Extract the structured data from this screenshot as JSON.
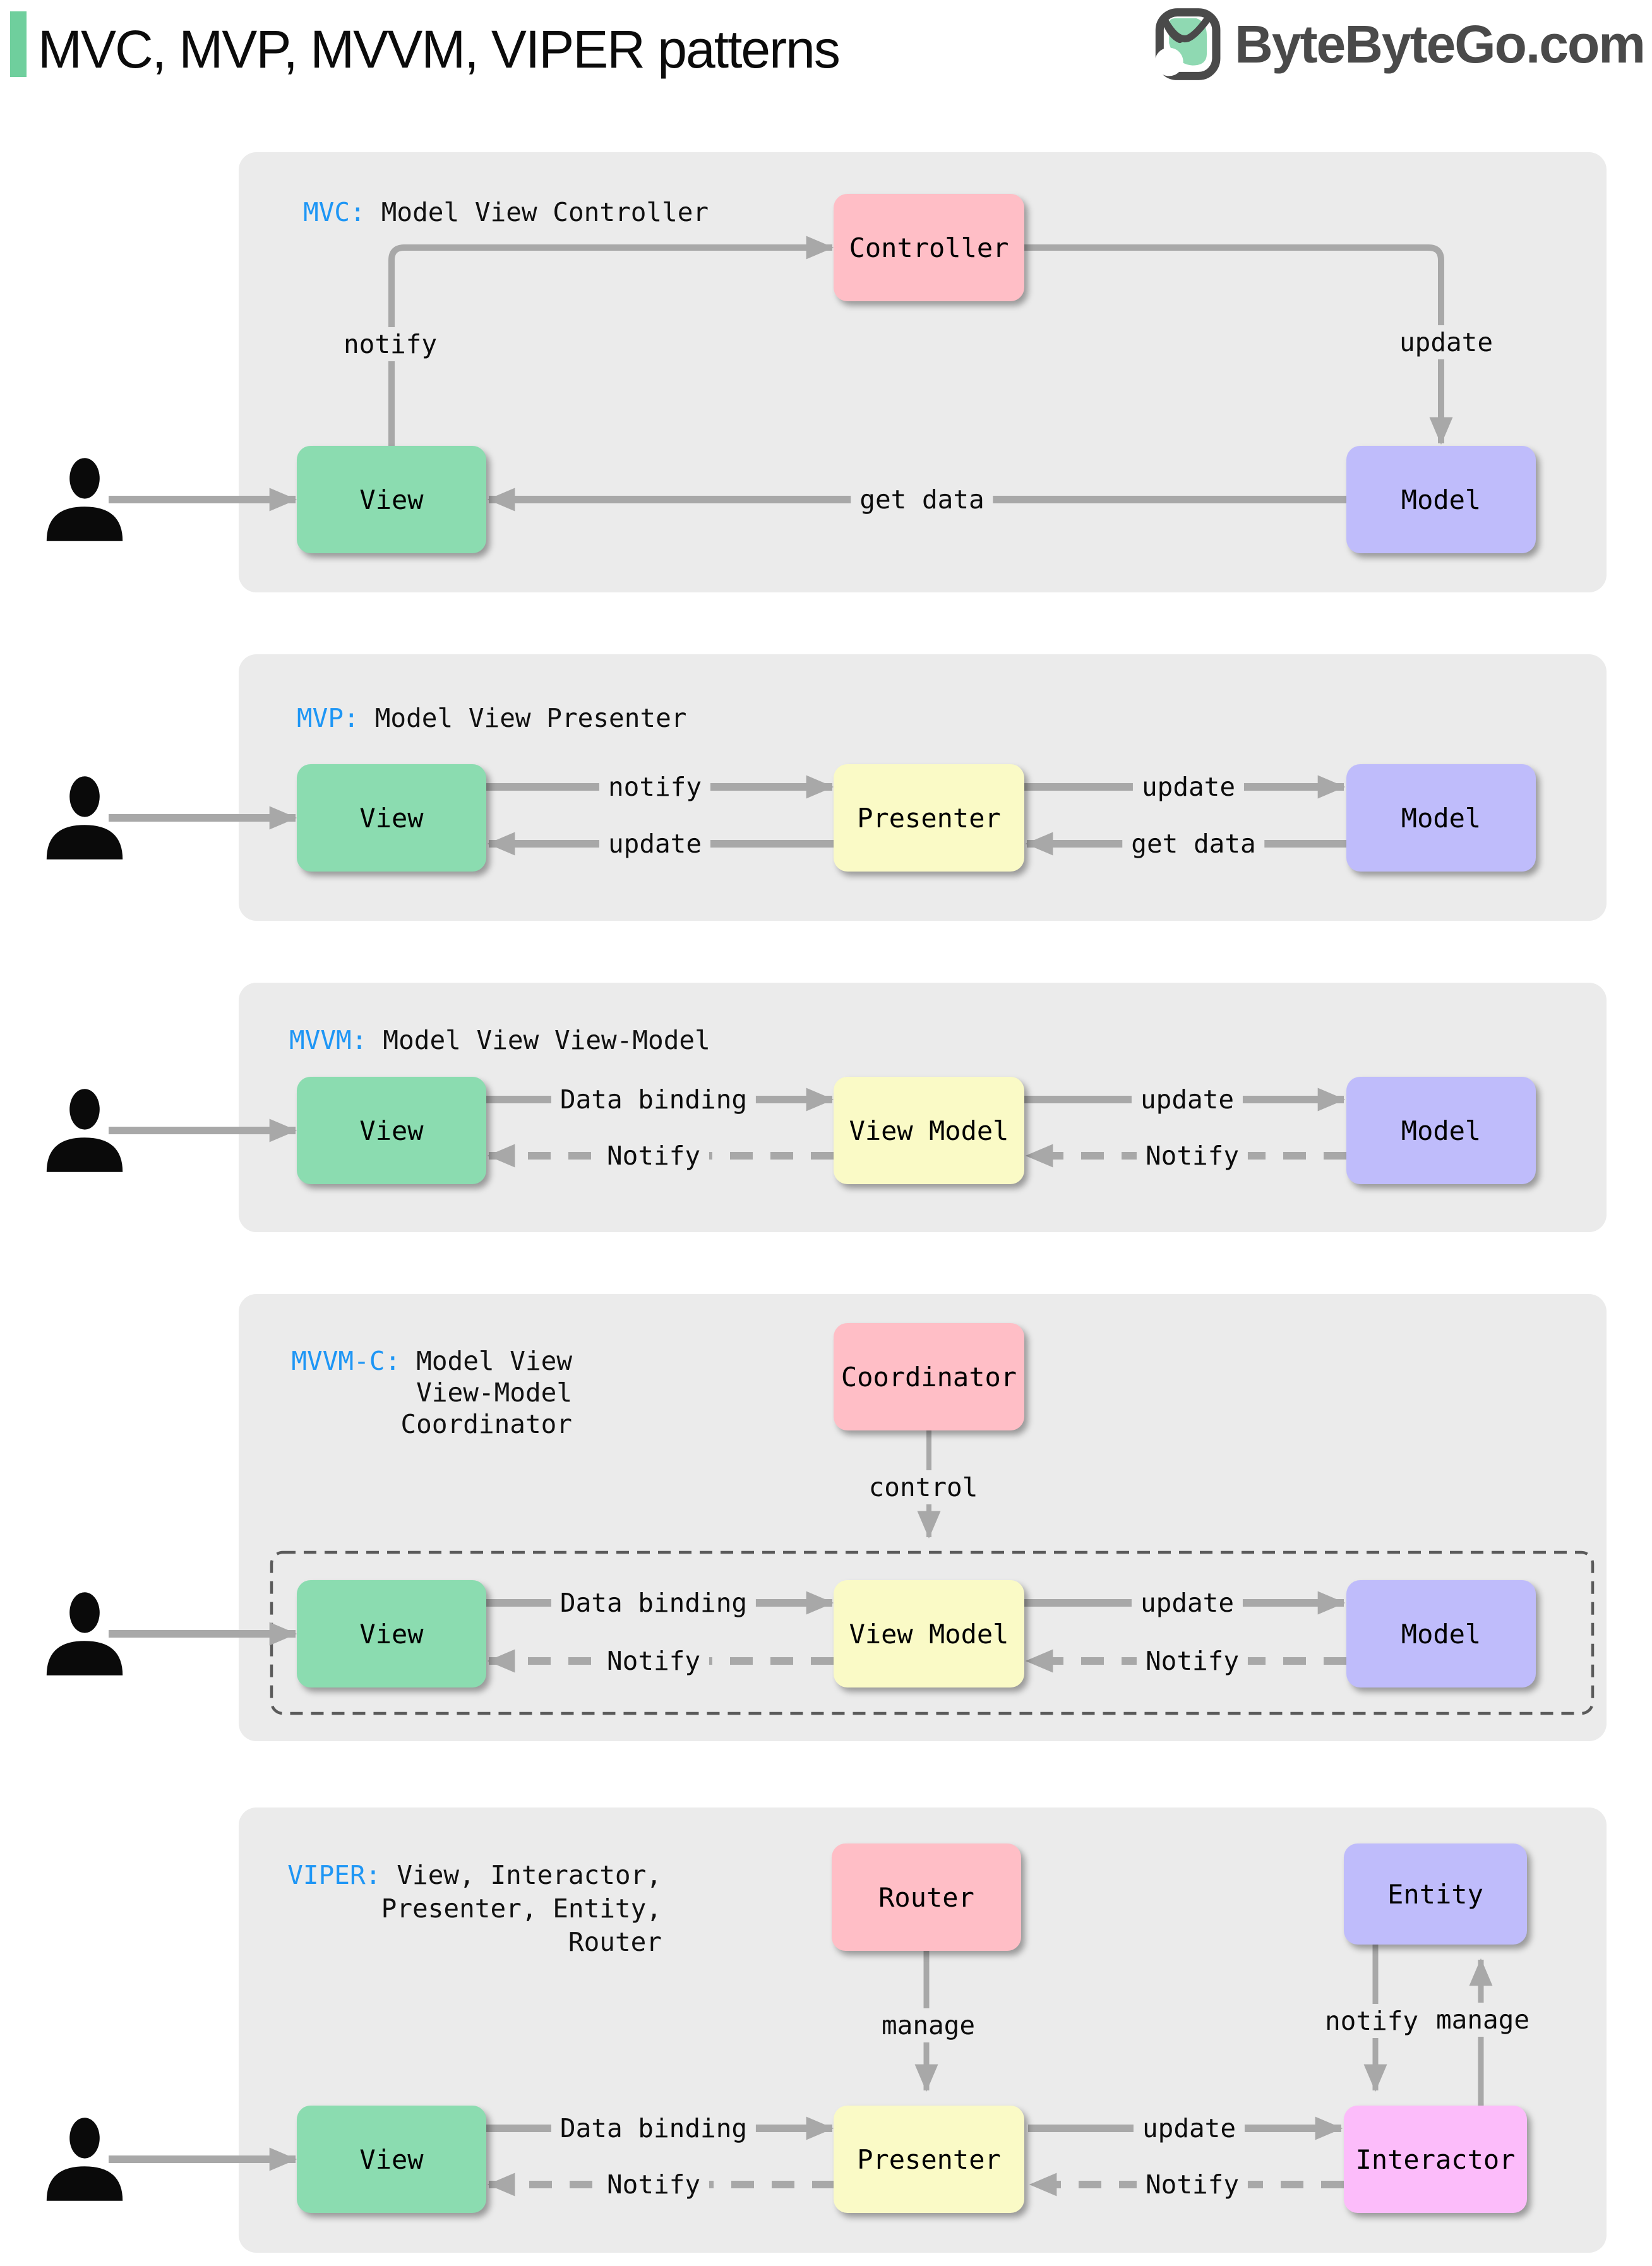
{
  "header": {
    "title": "MVC, MVP, MVVM, VIPER patterns",
    "brand": "ByteByteGo.com"
  },
  "colors": {
    "accent_bar": "#6fcf9d",
    "pattern_abbr_blue": "#1e96f5",
    "panel_bg": "#ebebeb",
    "arrow_gray": "#a8a8a8",
    "box_green": "#8bdcb0",
    "box_pink": "#ffbec6",
    "box_purple": "#bfbcfb",
    "box_yellow": "#fafac6",
    "box_magenta": "#fcbcfa",
    "logo_gray": "#4a4a4a",
    "logo_mint": "#8fd9b2"
  },
  "icons": {
    "user": "user-silhouette-icon",
    "brand": "bytebytego-bird-icon"
  },
  "panels": [
    {
      "id": "mvc",
      "abbr": "MVC:",
      "title": "Model View Controller",
      "boxes": {
        "view": "View",
        "controller": "Controller",
        "model": "Model"
      },
      "labels": {
        "notify": "notify",
        "update": "update",
        "get_data": "get data"
      }
    },
    {
      "id": "mvp",
      "abbr": "MVP:",
      "title": "Model View Presenter",
      "boxes": {
        "view": "View",
        "presenter": "Presenter",
        "model": "Model"
      },
      "labels": {
        "notify": "notify",
        "update_view": "update",
        "update_model": "update",
        "get_data": "get data"
      }
    },
    {
      "id": "mvvm",
      "abbr": "MVVM:",
      "title": "Model View View-Model",
      "boxes": {
        "view": "View",
        "view_model": "View Model",
        "model": "Model"
      },
      "labels": {
        "data_binding": "Data binding",
        "notify_view": "Notify",
        "update": "update",
        "notify_view_model": "Notify"
      }
    },
    {
      "id": "mvvm-c",
      "abbr": "MVVM-C:",
      "title_line1": "Model View",
      "title_line2": "View-Model",
      "title_line3": "Coordinator",
      "boxes": {
        "coordinator": "Coordinator",
        "view": "View",
        "view_model": "View Model",
        "model": "Model"
      },
      "labels": {
        "control": "control",
        "data_binding": "Data binding",
        "notify_view": "Notify",
        "update": "update",
        "notify_view_model": "Notify"
      }
    },
    {
      "id": "viper",
      "abbr": "VIPER:",
      "title_line1": "View, Interactor,",
      "title_line2": "Presenter, Entity,",
      "title_line3": "Router",
      "boxes": {
        "router": "Router",
        "entity": "Entity",
        "view": "View",
        "presenter": "Presenter",
        "interactor": "Interactor"
      },
      "labels": {
        "manage_router": "manage",
        "notify_entity": "notify",
        "manage_entity": "manage",
        "data_binding": "Data binding",
        "notify_view": "Notify",
        "update": "update",
        "notify_presenter": "Notify"
      }
    }
  ]
}
